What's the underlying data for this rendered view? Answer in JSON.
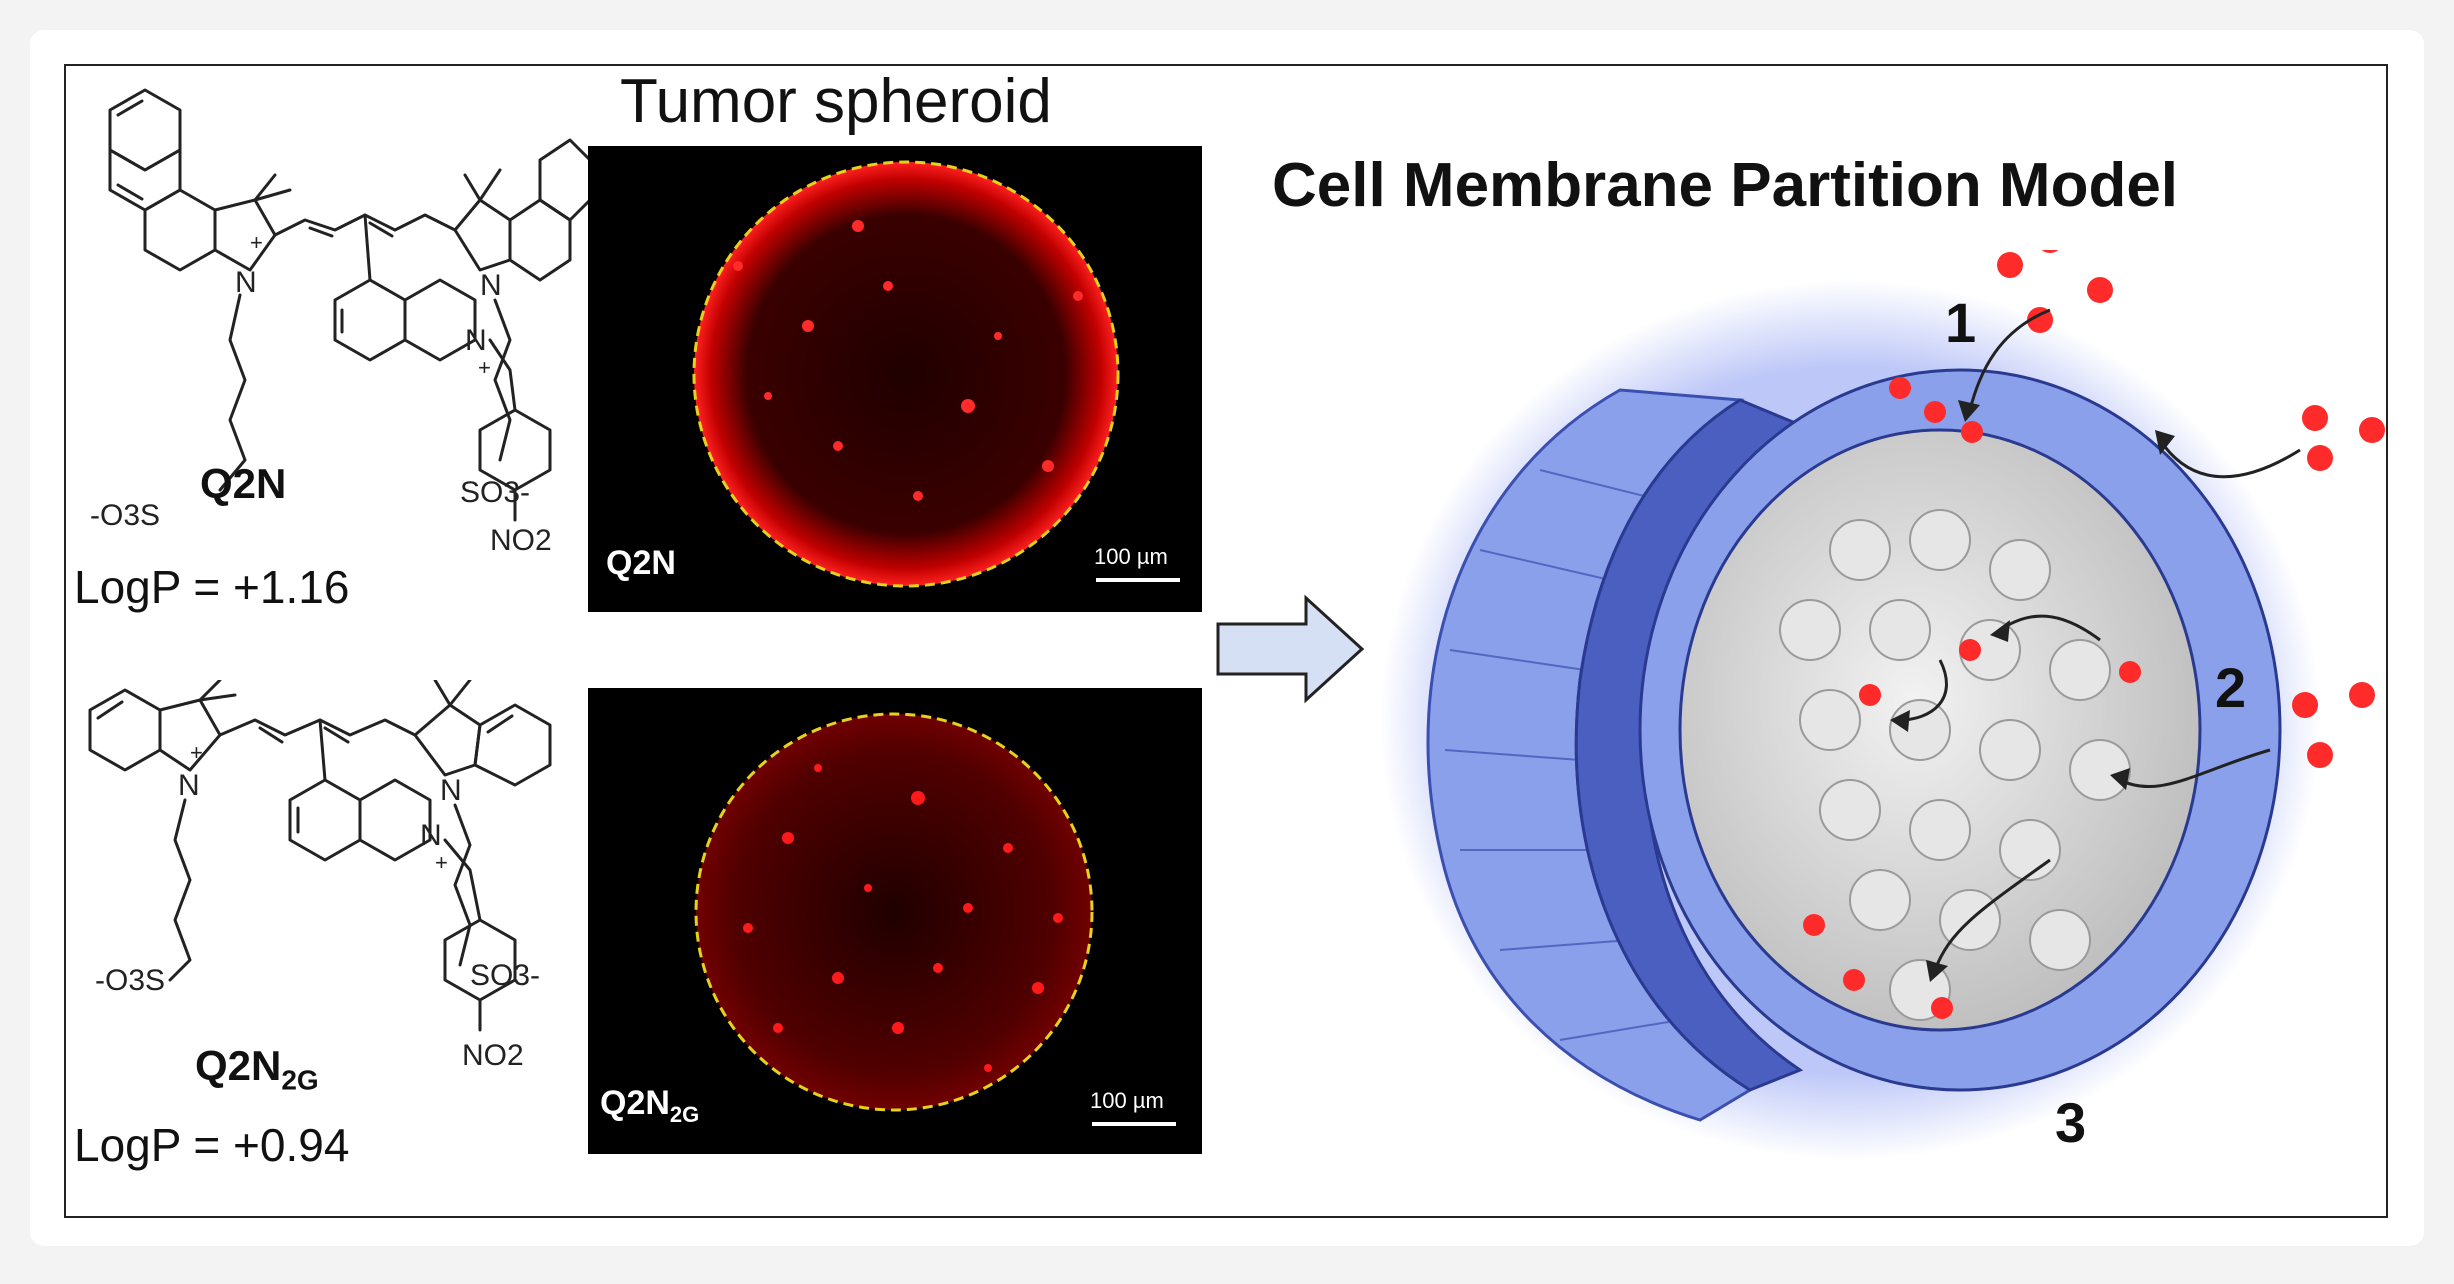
{
  "structures": {
    "q2n": {
      "name_main": "Q2N",
      "name_sub": "",
      "logp": "LogP = +1.16",
      "atoms": {
        "n_plus_left": "N",
        "plus": "+",
        "n_right": "N",
        "n_iso": "N",
        "so3_left": "-O3S",
        "so3_right": "SO3-",
        "no2": "NO2"
      }
    },
    "q2n2g": {
      "name_main": "Q2N",
      "name_sub": "2G",
      "logp": "LogP = +0.94",
      "atoms": {
        "n_plus_left": "N",
        "plus": "+",
        "n_right": "N",
        "n_iso": "N",
        "so3_left": "-O3S",
        "so3_right": "SO3-",
        "no2": "NO2"
      }
    }
  },
  "micrographs": {
    "title": "Tumor spheroid",
    "top": {
      "label_main": "Q2N",
      "label_sub": "",
      "scale": "100 µm"
    },
    "bottom": {
      "label_main": "Q2N",
      "label_sub": "2G",
      "scale": "100 µm"
    }
  },
  "model": {
    "title": "Cell Membrane Partition Model",
    "routes": [
      "1",
      "2",
      "3"
    ]
  },
  "colors": {
    "fluorescence_red": "#ff1a1a",
    "membrane_blue": "#8aa0ea",
    "membrane_dark": "#3b4fb0",
    "core_gray": "#d9d9d9",
    "dashed_circle": "#e6d21c"
  }
}
